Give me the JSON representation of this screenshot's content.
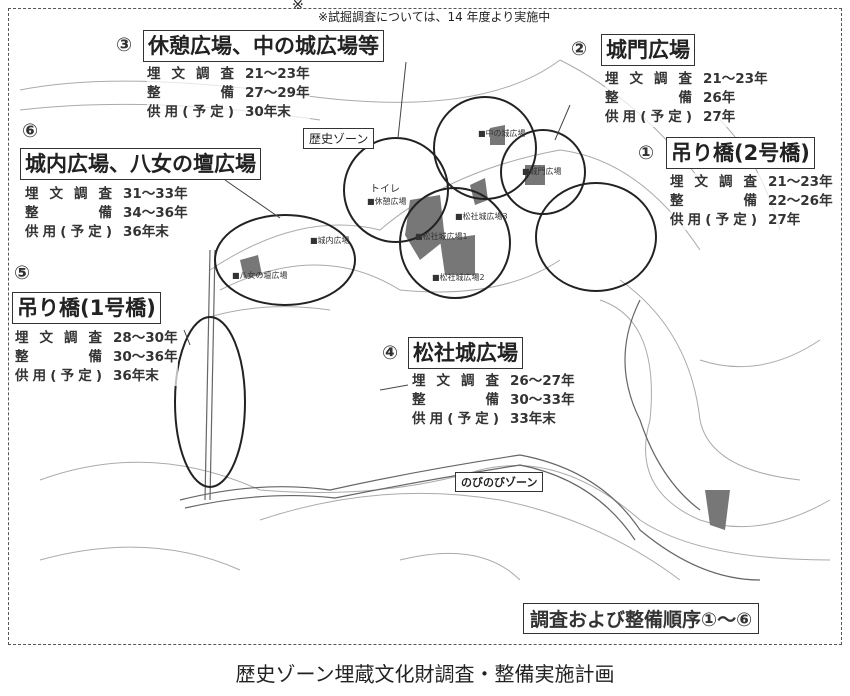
{
  "note": {
    "mark": "※",
    "text": "※試掘調査については、14 年度より実施中"
  },
  "row_labels": {
    "survey": "埋文調査",
    "maintenance": "整　備",
    "open": "供用(予定)"
  },
  "areas": [
    {
      "number": "③",
      "title": "休憩広場、中の城広場等",
      "survey": "21〜23年",
      "maintenance": "27〜29年",
      "open": "30年末"
    },
    {
      "number": "②",
      "title": "城門広場",
      "survey": "21〜23年",
      "maintenance": "26年",
      "open": "27年"
    },
    {
      "number": "①",
      "title": "吊り橋(2号橋)",
      "survey": "21〜23年",
      "maintenance": "22〜26年",
      "open": "27年"
    },
    {
      "number": "⑥",
      "title": "城内広場、八女の壇広場",
      "survey": "31〜33年",
      "maintenance": "34〜36年",
      "open": "36年末"
    },
    {
      "number": "⑤",
      "title": "吊り橋(1号橋)",
      "survey": "28〜30年",
      "maintenance": "30〜36年",
      "open": "36年末"
    },
    {
      "number": "④",
      "title": "松社城広場",
      "survey": "26〜27年",
      "maintenance": "30〜33年",
      "open": "33年末"
    }
  ],
  "zones": {
    "history": "歴史ゾーン",
    "nobinobi": "のびのびゾーン"
  },
  "map_labels": {
    "toilet": "トイレ",
    "rest": "■休憩広場",
    "nakanojo": "■中の城広場",
    "gate": "■城門広場",
    "matsu1": "■松社城広場1",
    "matsu2": "■松社城広場2",
    "matsu3": "■松社城広場3",
    "jonai": "■城内広場",
    "yame": "■八女の壇広場"
  },
  "order_label": "調査および整備順序①〜⑥",
  "caption": "歴史ゾーン埋蔵文化財調査・整備実施計画"
}
